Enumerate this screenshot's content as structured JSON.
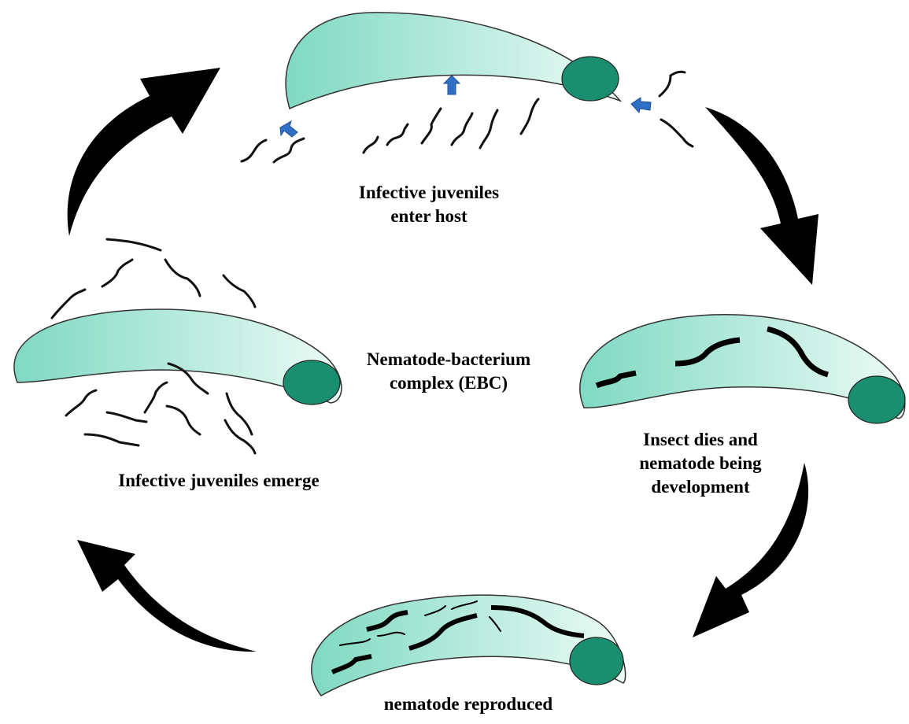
{
  "labels": {
    "enter_host": [
      "Infective juveniles",
      "enter host"
    ],
    "ebc": [
      "Nematode-bacterium",
      "complex (EBC)"
    ],
    "insect_dies": [
      "Insect dies and",
      "nematode being",
      "development"
    ],
    "reproduced": "nematode reproduced",
    "emerge": "Infective juveniles emerge"
  },
  "colors": {
    "body_dark": "#7fd9c2",
    "body_light": "#ecfbf6",
    "head": "#1a8f6f",
    "arrow": "#000000",
    "entry_arrow": "#2f6fc4",
    "outline": "#333333"
  },
  "icons": {
    "cycle_arrow": "curved-arrow",
    "entry_arrow": "small-up-arrow",
    "host": "insect-larva",
    "worm": "nematode"
  }
}
